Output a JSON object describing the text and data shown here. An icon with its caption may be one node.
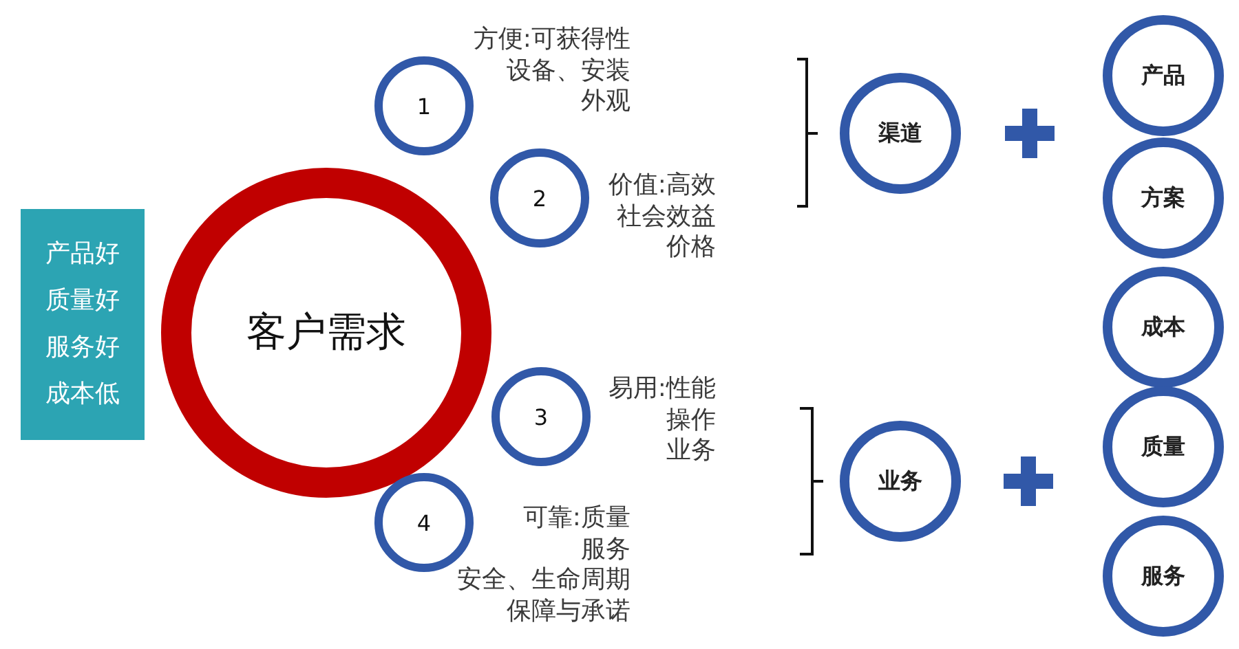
{
  "diagram": {
    "nodes": [
      {
        "text": [
          "产品好",
          "质量好",
          "服务好",
          "成本低"
        ]
      },
      {
        "text": [
          "客户需求"
        ]
      },
      {
        "text": [
          "1"
        ],
        "beside": [
          "方便:可获得性",
          "设备、安装",
          "外观"
        ]
      },
      {
        "text": [
          "2"
        ],
        "beside": [
          "价值:高效",
          "社会效益",
          "价格"
        ]
      },
      {
        "text": [
          "3"
        ],
        "beside": [
          "易用:性能",
          "操作",
          "业务"
        ]
      },
      {
        "text": [
          "4"
        ],
        "beside": [
          "可靠:质量",
          "服务",
          "安全、生命周期",
          "保障与承诺"
        ]
      },
      {
        "text": [
          "渠道"
        ]
      },
      {
        "text": [
          "产品"
        ]
      },
      {
        "text": [
          "方案"
        ]
      },
      {
        "text": [
          "成本"
        ]
      },
      {
        "text": [
          "业务"
        ]
      },
      {
        "text": [
          "质量"
        ]
      },
      {
        "text": [
          "服务"
        ]
      }
    ]
  }
}
